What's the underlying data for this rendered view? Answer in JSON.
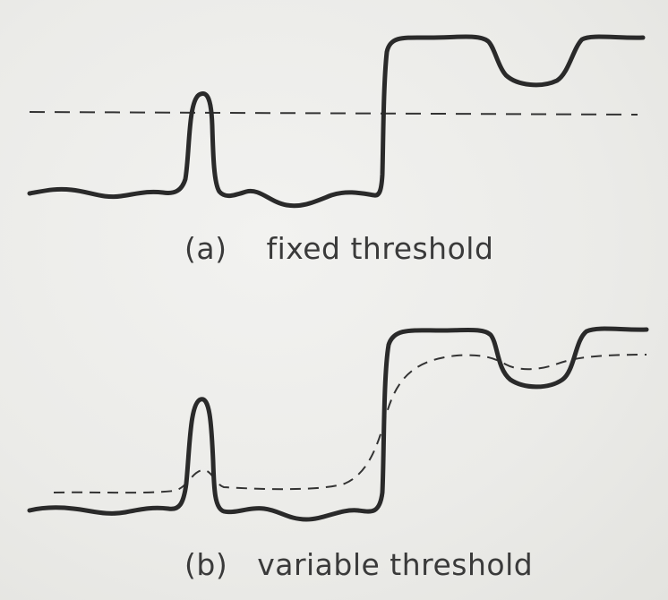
{
  "panels": [
    {
      "label": "(a)",
      "caption": "fixed threshold",
      "threshold_type": "fixed"
    },
    {
      "label": "(b)",
      "caption": "variable threshold",
      "threshold_type": "variable"
    }
  ],
  "colors": {
    "background": "#eeeeec",
    "signal": "#2a2a2a",
    "threshold": "#333333",
    "text": "#3a3a3a"
  }
}
